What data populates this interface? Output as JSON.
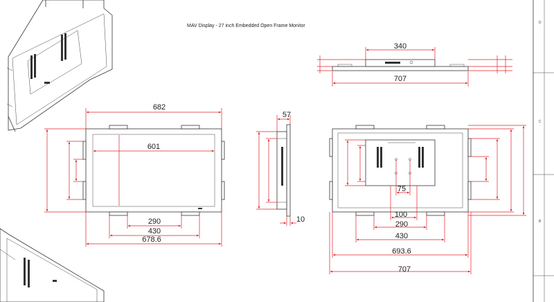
{
  "drawing": {
    "title": "MAV Display - 27 inch Embedded Open Frame Monitor",
    "border_refs": [
      "D",
      "C",
      "B"
    ]
  },
  "top_view": {
    "dim_bracket": "340",
    "dim_overall": "707"
  },
  "front_view": {
    "dim_outer_top": "682",
    "dim_inner": "601",
    "dim_bottom_290": "290",
    "dim_bottom_430": "430",
    "dim_bottom_678": "678.6"
  },
  "side_view": {
    "dim_depth": "57",
    "dim_bezel": "10"
  },
  "back_view": {
    "dim_75": "75",
    "dim_100": "100",
    "dim_290": "290",
    "dim_430": "430",
    "dim_693": "693.6",
    "dim_707": "707"
  },
  "colors": {
    "dimension": "#e0202a",
    "outline": "#333333"
  }
}
